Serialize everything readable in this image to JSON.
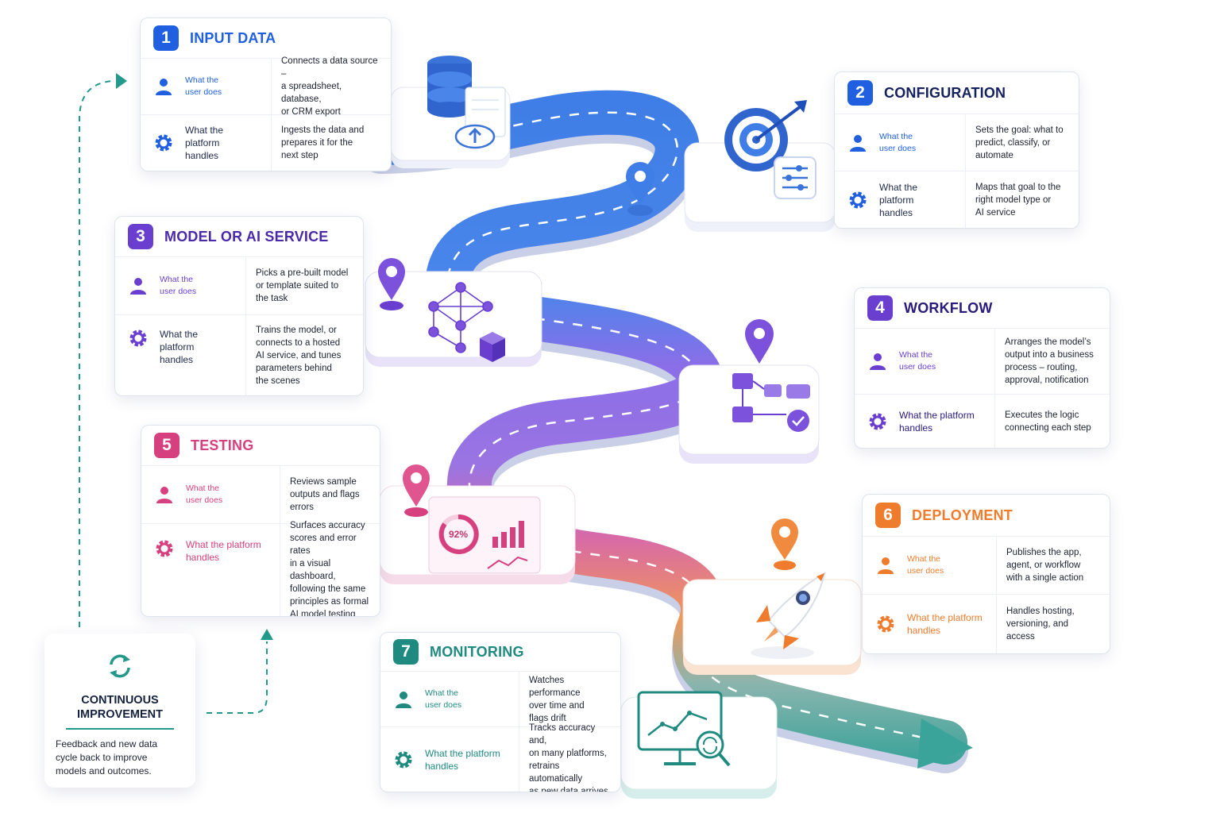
{
  "colors": {
    "step1": "#1f5fe0",
    "step2": "#1f5fe0",
    "step3": "#6a3fd0",
    "step4": "#6a3fd0",
    "step5": "#d6407e",
    "step6": "#ef7c2c",
    "step7": "#1f8a80",
    "road_blue": "#3f7ee6",
    "road_purple": "#8b6ee8",
    "road_pink": "#d86aa6",
    "road_orange": "#f0975a",
    "road_teal": "#3aa39a",
    "cycle_teal": "#22998a"
  },
  "steps": [
    {
      "num": "1",
      "title": "INPUT DATA",
      "user_label": "What the\nuser does",
      "user_text": "Connects a data source –\na spreadsheet, database,\nor CRM export",
      "platform_label": "What the platform\nhandles",
      "platform_text": "Ingests the data and\nprepares it for the\nnext step"
    },
    {
      "num": "2",
      "title": "CONFIGURATION",
      "user_label": "What the\nuser does",
      "user_text": "Sets the goal: what to\npredict, classify, or\nautomate",
      "platform_label": "What the platform\nhandles",
      "platform_text": "Maps that goal to the\nright model type or\nAI service"
    },
    {
      "num": "3",
      "title": "MODEL OR AI SERVICE",
      "user_label": "What the\nuser does",
      "user_text": "Picks a pre-built model\nor template suited to\nthe task",
      "platform_label": "What the platform\nhandles",
      "platform_text": "Trains the model, or\nconnects to a hosted\nAI service, and tunes\nparameters behind\nthe scenes"
    },
    {
      "num": "4",
      "title": "WORKFLOW",
      "user_label": "What the\nuser does",
      "user_text": "Arranges the model’s\noutput into a business\nprocess – routing,\napproval, notification",
      "platform_label": "What the platform\nhandles",
      "platform_text": "Executes the logic\nconnecting each step"
    },
    {
      "num": "5",
      "title": "TESTING",
      "user_label": "What the\nuser does",
      "user_text": "Reviews sample\noutputs and flags\nerrors",
      "platform_label": "What the platform\nhandles",
      "platform_text": "Surfaces accuracy\nscores and error rates\nin a visual dashboard,\nfollowing the same\nprinciples as formal\nAI model testing"
    },
    {
      "num": "6",
      "title": "DEPLOYMENT",
      "user_label": "What the\nuser does",
      "user_text": "Publishes the app,\nagent, or workflow\nwith a single action",
      "platform_label": "What the platform\nhandles",
      "platform_text": "Handles hosting,\nversioning, and\naccess"
    },
    {
      "num": "7",
      "title": "MONITORING",
      "user_label": "What the\nuser does",
      "user_text": "Watches performance\nover time and\nflags drift",
      "platform_label": "What the platform\nhandles",
      "platform_text": "Tracks accuracy and,\non many platforms,\nretrains automatically\nas new data arrives"
    }
  ],
  "continuous": {
    "title": "CONTINUOUS\nIMPROVEMENT",
    "text": "Feedback and new data\ncycle back to improve\nmodels and outcomes."
  },
  "dashboard": {
    "percent": "92%"
  },
  "icons": {
    "user": "user-icon",
    "platform": "gear-icon",
    "cycle": "refresh-cycle-icon",
    "database": "database-icon",
    "target": "target-icon",
    "network": "neural-network-icon",
    "flowchart": "flowchart-icon",
    "dashboard": "dashboard-icon",
    "rocket": "rocket-icon",
    "monitor": "monitor-chart-icon",
    "pin": "location-pin-icon"
  }
}
